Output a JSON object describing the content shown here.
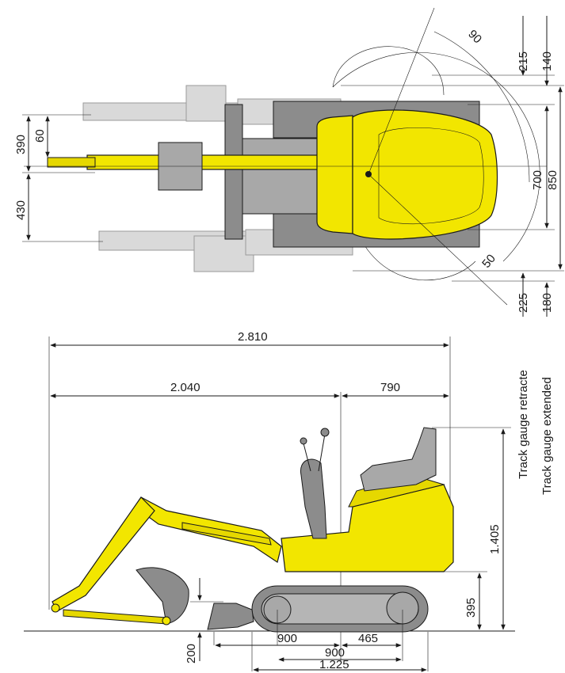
{
  "colors": {
    "machine_yellow": "#f2e600",
    "track_gray": "#8c8c8c",
    "ghost_gray": "#d9d9d9",
    "line": "#1a1a1a"
  },
  "top_view": {
    "angle_left": "90",
    "angle_right": "50",
    "dims_right_top": [
      "215",
      "140"
    ],
    "dims_right_side": [
      "700",
      "850"
    ],
    "dims_right_bottom": [
      "225",
      "180"
    ],
    "dims_left": [
      "390",
      "60",
      "430"
    ],
    "track_gauge_retracted": "Track gauge retracte",
    "track_gauge_extended": "Track gauge extended"
  },
  "side_view": {
    "overall_length": "2.810",
    "front_length": "2.040",
    "rear_length": "790",
    "height": "1.405",
    "rear_height": "395",
    "ground_depth": "200",
    "bottom_dims": [
      "900",
      "465",
      "900",
      "1.225"
    ]
  }
}
